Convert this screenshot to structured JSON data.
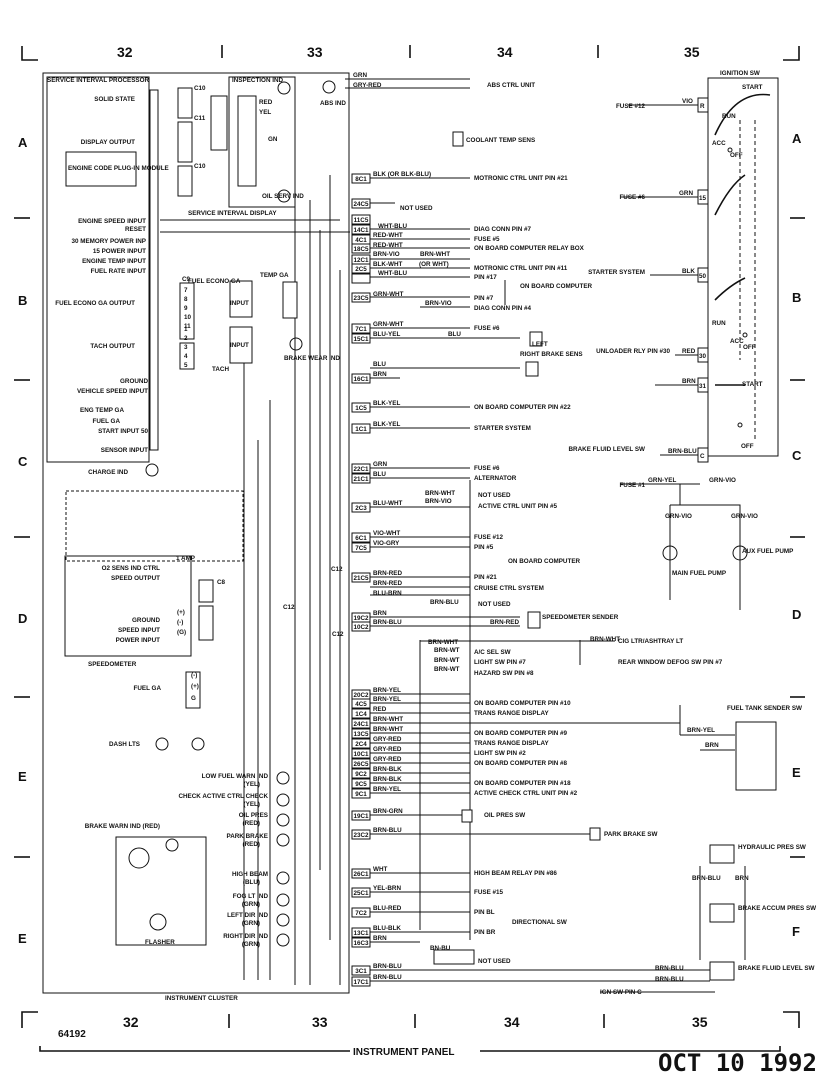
{
  "grid": {
    "columns": [
      "32",
      "33",
      "34",
      "35"
    ],
    "rows_left": [
      "A",
      "B",
      "C",
      "D",
      "E",
      "E"
    ],
    "rows_right": [
      "A",
      "B",
      "C",
      "D",
      "E",
      "F"
    ]
  },
  "footer": {
    "figure_number": "64192",
    "section_title": "INSTRUMENT PANEL",
    "date_stamp": "OCT 10 1992"
  },
  "blocks": {
    "service_interval_processor": "SERVICE INTERVAL PROCESSOR",
    "inspection_ind": "INSPECTION IND",
    "oil_serv_ind": "OIL SERV IND",
    "service_interval_display": "SERVICE INTERVAL DISPLAY",
    "engine_code_plug": "ENGINE CODE PLUG-IN MODULE",
    "fuel_econo_ga": "FUEL ECONO GA",
    "temp_ga": "TEMP GA",
    "tach": "TACH",
    "speedometer": "SPEEDOMETER",
    "instrument_cluster": "INSTRUMENT CLUSTER",
    "ignition_sw": "IGNITION SW",
    "fuel_tank_sender": "FUEL TANK SENDER SW",
    "main_fuel_pump": "MAIN FUEL PUMP",
    "aux_fuel_pump": "AUX FUEL PUMP",
    "flasher": "FLASHER",
    "abs_ind": "ABS IND",
    "coolant_temp_sens": "COOLANT TEMP SENS",
    "brake_wear_ind": "BRAKE WEAR IND",
    "right_brake_sens": "RIGHT BRAKE SENS",
    "left": "LEFT",
    "speedometer_sender": "SPEEDOMETER SENDER",
    "one_amp": "1 AMP"
  },
  "processor_labels": [
    "SOLID STATE",
    "DISPLAY OUTPUT",
    "ENGINE SPEED INPUT",
    "RESET",
    "30 MEMORY POWER INP",
    "15 POWER INPUT",
    "ENGINE TEMP INPUT",
    "FUEL RATE INPUT",
    "FUEL ECONO GA OUTPUT",
    "TACH OUTPUT",
    "GROUND",
    "VEHICLE SPEED INPUT",
    "ENG TEMP GA",
    "FUEL GA",
    "START INPUT 50",
    "SENSOR INPUT",
    "CHARGE IND"
  ],
  "speedo_labels": [
    "O2 SENS IND CTRL",
    "SPEED OUTPUT",
    "GROUND",
    "SPEED INPUT",
    "POWER INPUT"
  ],
  "cluster_labels": [
    "FUEL GA",
    "DASH LTS"
  ],
  "indicators": [
    {
      "name": "LOW FUEL WARN IND",
      "color": "(YEL)"
    },
    {
      "name": "CHECK ACTIVE CTRL CHECK",
      "color": "(YEL)"
    },
    {
      "name": "OIL PRES",
      "color": "(RED)"
    },
    {
      "name": "PARK BRAKE",
      "color": "(RED)"
    },
    {
      "name": "BRAKE WARN IND (RED)",
      "color": ""
    },
    {
      "name": "HIGH BEAM",
      "color": "(BLU)"
    },
    {
      "name": "FOG LT IND",
      "color": "(GRN)"
    },
    {
      "name": "LEFT DIR IND",
      "color": "(GRN)"
    },
    {
      "name": "RIGHT DIR IND",
      "color": "(GRN)"
    }
  ],
  "connectors": [
    "8C1",
    "24C5",
    "11C5",
    "14C1",
    "4C1",
    "18C5",
    "12C1",
    "2C5",
    "23C5",
    "7C1",
    "15C1",
    "16C1",
    "1C5",
    "1C1",
    "22C1",
    "21C1",
    "2C3",
    "6C1",
    "7C5",
    "21C5",
    "19C2",
    "10C2",
    "20C2",
    "4C5",
    "1C4",
    "24C1",
    "13C5",
    "2C4",
    "10C1",
    "26C5",
    "9C2",
    "9C5",
    "9C1",
    "19C1",
    "23C2",
    "26C1",
    "25C1",
    "7C2",
    "13C1",
    "16C3",
    "3C1",
    "17C1"
  ],
  "sub_connectors": [
    "C10",
    "C11",
    "C10",
    "C9",
    "C8",
    "C12",
    "C12",
    "C12"
  ],
  "wire_colors": [
    "GRN",
    "GRY-RED",
    "BLK (OR BLK-BLU)",
    "WHT-BLU",
    "RED-WHT",
    "RED-WHT",
    "BRN-VIO",
    "BRN-WHT",
    "BLK-WHT",
    "(OR WHT)",
    "WHT-BLU",
    "GRN-WHT",
    "BRN-VIO",
    "GRN-WHT",
    "BLU",
    "BLU-YEL",
    "BLU",
    "BRN",
    "BLK-YEL",
    "BLK-YEL",
    "GRN",
    "BLU",
    "BRN-WHT",
    "BLU-WHT",
    "BRN-VIO",
    "VIO-WHT",
    "VIO-GRY",
    "BRN-RED",
    "BRN-RED",
    "BLU-BRN",
    "BRN-BLU",
    "BRN",
    "BRN-BLU",
    "BRN-RED",
    "BRN-WHT",
    "BRN-WHT",
    "BRN-WT",
    "BRN-WT",
    "BRN-WT",
    "BRN-YEL",
    "BRN-YEL",
    "RED",
    "BRN-WHT",
    "BRN-WHT",
    "GRY-RED",
    "GRY-RED",
    "GRY-RED",
    "BRN-BLK",
    "BRN-BLK",
    "BRN-YEL",
    "BRN-GRN",
    "BRN-BLU",
    "WHT",
    "YEL-BRN",
    "BLU-RED",
    "BLU-BLK",
    "BRN",
    "BN-BU",
    "BRN-BLU",
    "BRN-BLU",
    "BRN-BLU",
    "BRN-BLU",
    "VIO",
    "GRN",
    "BLK",
    "RED",
    "BRN",
    "BRN-BLU",
    "GRN-YEL",
    "GRN-VIO",
    "GRN-VIO",
    "GRN-VIO",
    "BRN-YEL",
    "BRN",
    "BRN-BLU",
    "BRN"
  ],
  "destinations": [
    "ABS CTRL UNIT",
    "MOTRONIC CTRL UNIT PIN #21",
    "NOT USED",
    "DIAG CONN PIN #7",
    "FUSE #5",
    "ON BOARD COMPUTER RELAY BOX",
    "MOTRONIC CTRL UNIT PIN #11",
    "PIN #17",
    "ON BOARD COMPUTER",
    "PIN #7",
    "DIAG CONN PIN #4",
    "FUSE #6",
    "ON BOARD COMPUTER PIN #22",
    "STARTER SYSTEM",
    "FUSE #6",
    "ALTERNATOR",
    "NOT USED",
    "ACTIVE CTRL UNIT PIN #5",
    "FUSE #12",
    "PIN #5",
    "ON BOARD COMPUTER",
    "PIN #21",
    "CRUISE CTRL SYSTEM",
    "NOT USED",
    "CIG LTR/ASHTRAY LT",
    "A/C SEL SW",
    "LIGHT SW PIN #7",
    "HAZARD SW PIN #8",
    "REAR WINDOW DEFOG SW PIN #7",
    "ON BOARD COMPUTER PIN #10",
    "TRANS RANGE DISPLAY",
    "ON BOARD COMPUTER PIN #9",
    "TRANS RANGE DISPLAY",
    "LIGHT SW PIN #2",
    "ON BOARD COMPUTER PIN #8",
    "ON BOARD COMPUTER PIN #18",
    "ACTIVE CHECK CTRL UNIT PIN #2",
    "OIL PRES SW",
    "PARK BRAKE SW",
    "HIGH BEAM RELAY PIN #86",
    "FUSE #15",
    "PIN BL",
    "DIRECTIONAL SW",
    "PIN BR",
    "NOT USED",
    "IGN SW PIN C",
    "HYDRAULIC PRES SW",
    "BRAKE ACCUM PRES SW",
    "BRAKE FLUID LEVEL SW"
  ],
  "ignition_sw": {
    "positions": [
      "START",
      "RUN",
      "ACC",
      "OFF",
      "RUN",
      "ACC",
      "OFF",
      "START",
      "OFF"
    ],
    "inputs": [
      "FUSE #12",
      "FUSE #6",
      "STARTER SYSTEM",
      "UNLOADER RLY PIN #30",
      "BRAKE FLUID LEVEL SW",
      "FUSE #1"
    ],
    "terminals": [
      "R",
      "15",
      "50",
      "30",
      "31",
      "C"
    ]
  },
  "fuel_econo_pins": [
    "7",
    "8",
    "9",
    "10",
    "11",
    "INPUT"
  ],
  "tach_pins": [
    "1",
    "2",
    "3",
    "4",
    "5",
    "INPUT"
  ],
  "misc_labels": [
    "RED",
    "YEL",
    "GN",
    "(+)",
    "(-)",
    "(G)",
    "(-)",
    "(+)",
    "G"
  ]
}
